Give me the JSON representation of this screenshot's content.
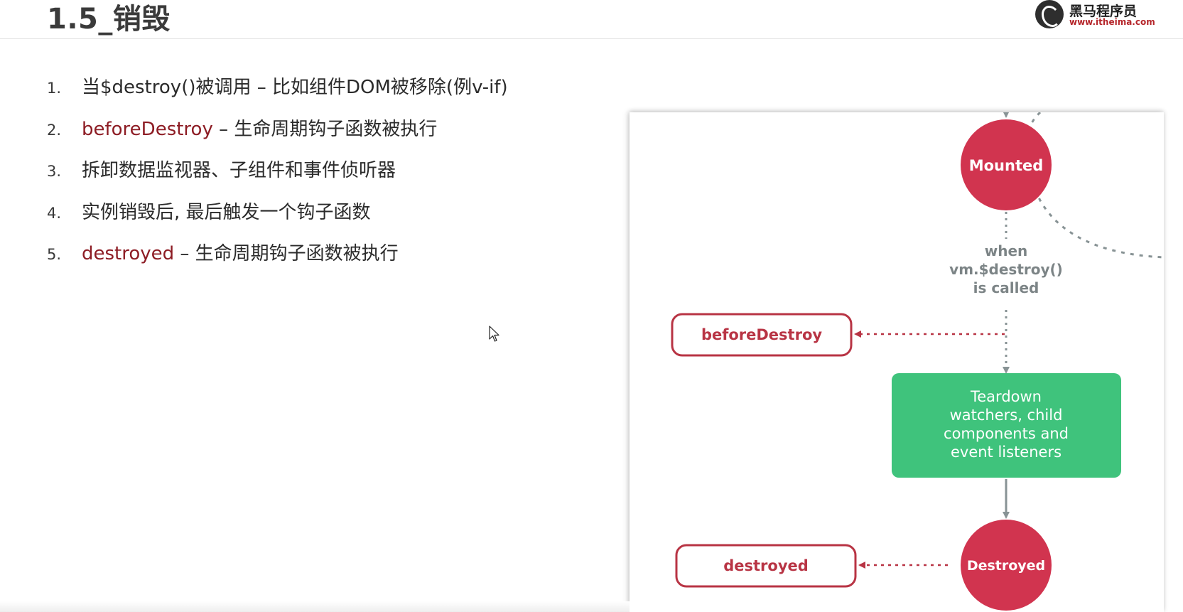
{
  "slide": {
    "title": "1.5_销毁",
    "logo": {
      "name": "黑马程序员",
      "url": "www.itheima.com"
    }
  },
  "list": {
    "items": [
      {
        "number": "1.",
        "highlight": "",
        "text": "当$destroy()被调用 – 比如组件DOM被移除(例v-if)"
      },
      {
        "number": "2.",
        "highlight": "beforeDestroy",
        "text": " – 生命周期钩子函数被执行"
      },
      {
        "number": "3.",
        "highlight": "",
        "text": "拆卸数据监视器、子组件和事件侦听器"
      },
      {
        "number": "4.",
        "highlight": "",
        "text": "实例销毁后, 最后触发一个钩子函数"
      },
      {
        "number": "5.",
        "highlight": "destroyed",
        "text": " – 生命周期钩子函数被执行"
      }
    ]
  },
  "diagram": {
    "mounted_label": "Mounted",
    "when_line1": "when",
    "when_line2": "vm.$destroy()",
    "when_line3": "is called",
    "before_destroy_label": "beforeDestroy",
    "teardown_line1": "Teardown",
    "teardown_line2": "watchers, child",
    "teardown_line3": "components and",
    "teardown_line4": "event listeners",
    "destroyed_node_label": "Destroyed",
    "destroyed_hook_label": "destroyed"
  },
  "colors": {
    "hook_text": "#8d1c24",
    "node_red": "#d1344f",
    "hook_border": "#b83444",
    "teardown_green": "#3fc37c",
    "arrow_gray": "#889395",
    "dotted_red": "#b83444"
  }
}
